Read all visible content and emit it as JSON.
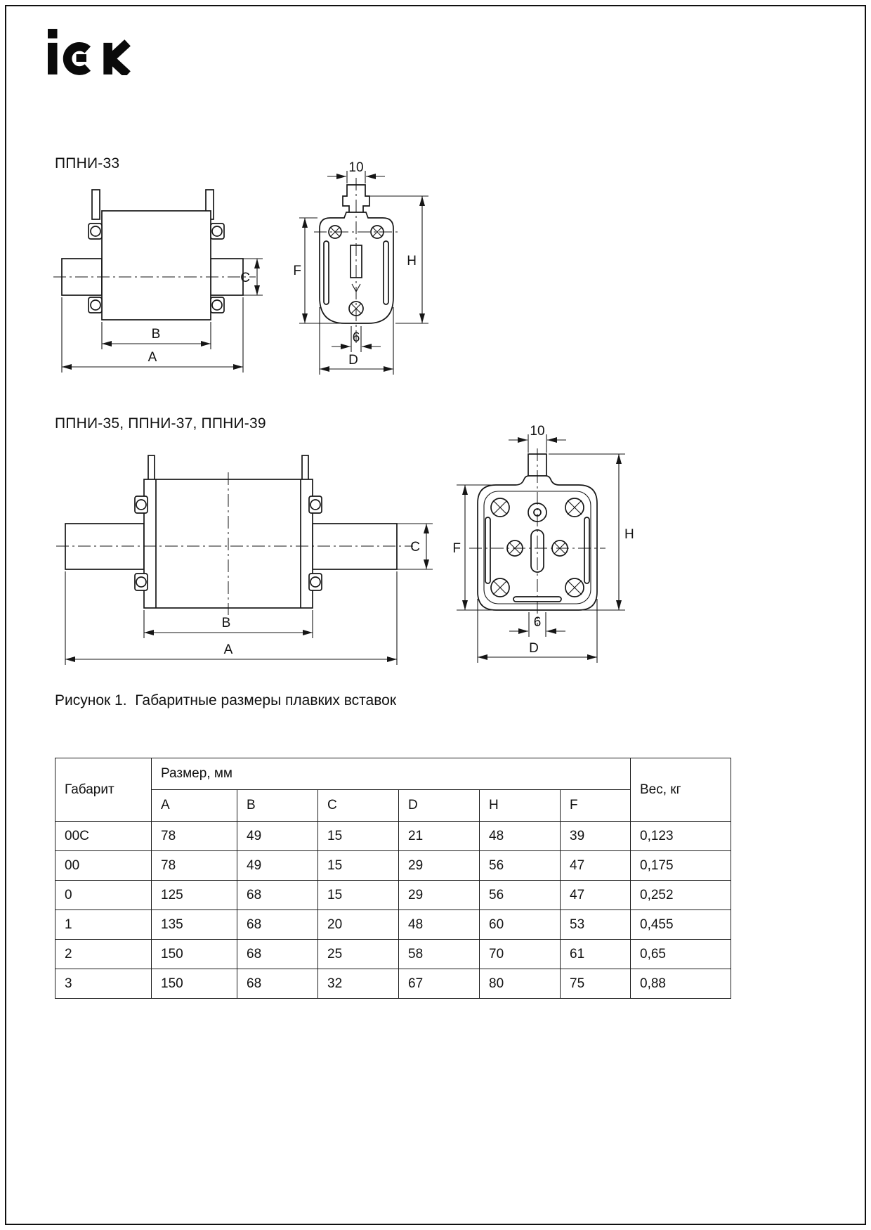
{
  "page": {
    "logo_text": "iEK",
    "figure_caption": "Рисунок 1.  Габаритные размеры плавких вставок"
  },
  "drawing1": {
    "title": "ППНИ-33",
    "dim_top_width": "10",
    "dim_bottom_width": "6",
    "dim_A": "A",
    "dim_B": "B",
    "dim_C": "C",
    "dim_D": "D",
    "dim_H": "H",
    "dim_F": "F"
  },
  "drawing2": {
    "title": "ППНИ-35, ППНИ-37, ППНИ-39",
    "dim_top_width": "10",
    "dim_bottom_width": "6",
    "dim_A": "A",
    "dim_B": "B",
    "dim_C": "C",
    "dim_D": "D",
    "dim_H": "H",
    "dim_F": "F"
  },
  "table": {
    "header": {
      "gabarit": "Габарит",
      "size_group": "Размер, мм",
      "weight": "Вес, кг",
      "size_columns": [
        "A",
        "B",
        "C",
        "D",
        "H",
        "F"
      ]
    },
    "rows": [
      {
        "gabarit": "00C",
        "A": "78",
        "B": "49",
        "C": "15",
        "D": "21",
        "H": "48",
        "F": "39",
        "weight": "0,123"
      },
      {
        "gabarit": "00",
        "A": "78",
        "B": "49",
        "C": "15",
        "D": "29",
        "H": "56",
        "F": "47",
        "weight": "0,175"
      },
      {
        "gabarit": "0",
        "A": "125",
        "B": "68",
        "C": "15",
        "D": "29",
        "H": "56",
        "F": "47",
        "weight": "0,252"
      },
      {
        "gabarit": "1",
        "A": "135",
        "B": "68",
        "C": "20",
        "D": "48",
        "H": "60",
        "F": "53",
        "weight": "0,455"
      },
      {
        "gabarit": "2",
        "A": "150",
        "B": "68",
        "C": "25",
        "D": "58",
        "H": "70",
        "F": "61",
        "weight": "0,65"
      },
      {
        "gabarit": "3",
        "A": "150",
        "B": "68",
        "C": "32",
        "D": "67",
        "H": "80",
        "F": "75",
        "weight": "0,88"
      }
    ]
  }
}
